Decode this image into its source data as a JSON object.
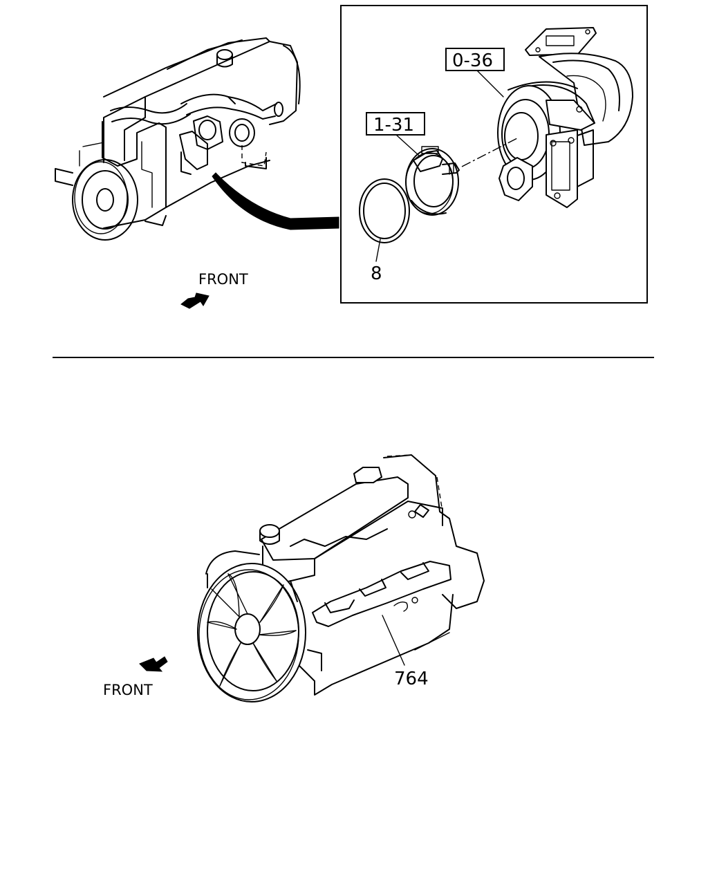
{
  "top": {
    "callouts": {
      "turbo": "0-36",
      "clamp": "1-31",
      "gasket": "8"
    },
    "front_label": "FRONT"
  },
  "bottom": {
    "callouts": {
      "cover": "764"
    },
    "front_label": "FRONT"
  }
}
